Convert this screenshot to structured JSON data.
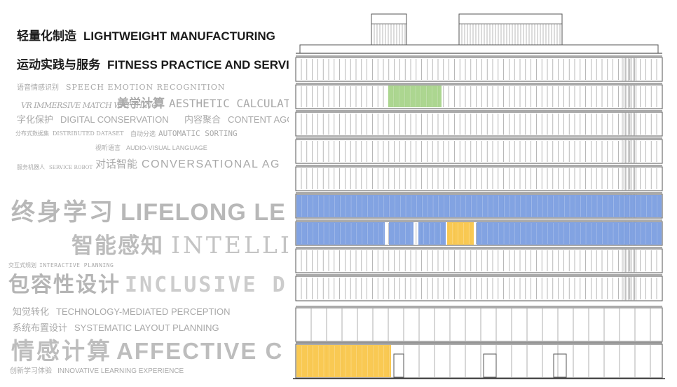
{
  "headlines": [
    {
      "zh": "轻量化制造",
      "en": "LIGHTWEIGHT MANUFACTURING"
    },
    {
      "zh": "运动实践与服务",
      "en": "FITNESS PRACTICE AND SERVICE"
    }
  ],
  "keywords": {
    "speech_emotion": {
      "zh": "语音情感识别",
      "en": "SPEECH EMOTION RECOGNITION"
    },
    "vr_match": {
      "en": "VR IMMERSIVE MATCH WATCHING"
    },
    "aesthetic": {
      "zh": "美学计算",
      "en": "AESTHETIC CALCULAT"
    },
    "digital": {
      "zh": "字化保护",
      "en": "DIGITAL CONSERVATION"
    },
    "content": {
      "zh": "内容聚合",
      "en": "CONTENT AGG"
    },
    "dataset": {
      "zh": "分布式数据集",
      "en": "DISTRIBUTED DATASET"
    },
    "sorting": {
      "zh": "自动分选",
      "en": "AUTOMATIC SORTING"
    },
    "audiovisual": {
      "zh": "视听语言",
      "en": "AUDIO-VISUAL LANGUAGE"
    },
    "robot": {
      "zh": "服务机器人",
      "en": "SERVICE ROBOT"
    },
    "conversational": {
      "zh": "对话智能",
      "en": "CONVERSATIONAL AG"
    },
    "lifelong": {
      "zh": "终身学习",
      "en": "LIFELONG LE"
    },
    "intelli": {
      "zh": "智能感知",
      "en": "INTELLI"
    },
    "interactive": {
      "zh": "交互式规划",
      "en": "INTERACTIVE PLANNING"
    },
    "inclusive": {
      "zh": "包容性设计",
      "en": "INCLUSIVE D"
    },
    "perception": {
      "zh": "知觉转化",
      "en": "TECHNOLOGY-MEDIATED PERCEPTION"
    },
    "layout": {
      "zh": "系统布置设计",
      "en": "SYSTEMATIC LAYOUT PLANNING"
    },
    "affective": {
      "zh": "情感计算",
      "en": "AFFECTIVE C"
    },
    "innovative": {
      "zh": "创新学习体验",
      "en": "INNOVATIVE LEARNING EXPERIENCE"
    }
  },
  "colors": {
    "green": "#a8d48a",
    "blue": "#7b9ee0",
    "yellow": "#f9c64a",
    "line": "#555555",
    "grey_text": "#a9a9a9"
  }
}
